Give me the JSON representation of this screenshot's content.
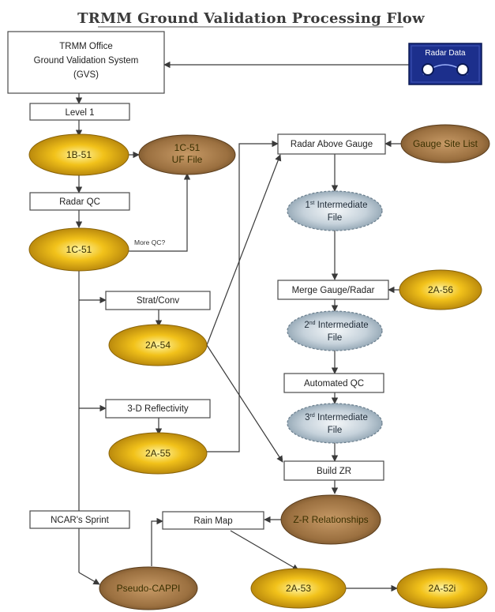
{
  "title": "TRMM Ground Validation Processing Flow",
  "nodes": {
    "gvs": {
      "line1": "TRMM Office",
      "line2": "Ground Validation System",
      "line3": "(GVS)"
    },
    "radar_data": "Radar Data",
    "level1": "Level 1",
    "tb51": "1B-51",
    "uf_file": {
      "line1": "1C-51",
      "line2": "UF File"
    },
    "radar_qc": "Radar QC",
    "more_qc": "More QC?",
    "c51": "1C-51",
    "strat_conv": "Strat/Conv",
    "za54": "2A-54",
    "reflectivity_3d": "3-D Reflectivity",
    "za55": "2A-55",
    "ncar_sprint": "NCAR's Sprint",
    "pseudo_cappi": "Pseudo-CAPPI",
    "rain_map": "Rain Map",
    "za53": "2A-53",
    "za52i": "2A-52i",
    "radar_above_gauge": "Radar Above Gauge",
    "gauge_site_list": "Gauge Site List",
    "intermediate1": {
      "sup": "st",
      "num": "1",
      "line1": "Intermediate",
      "line2": "File"
    },
    "merge_gauge_radar": "Merge Gauge/Radar",
    "za56": "2A-56",
    "intermediate2": {
      "sup": "nd",
      "num": "2",
      "line1": "Intermediate",
      "line2": "File"
    },
    "automated_qc": "Automated QC",
    "intermediate3": {
      "sup": "rd",
      "num": "3",
      "line1": "Intermediate",
      "line2": "File"
    },
    "build_zr": "Build ZR",
    "zr_relationships": "Z-R Relationships"
  },
  "colors": {
    "gold_center": "#fff6a8",
    "gold_mid": "#f2c21a",
    "gold_edge": "#b07f0a",
    "brown_center": "#c79a66",
    "brown_edge": "#6b4a24",
    "gray_center": "#f4f7f9",
    "gray_edge": "#7f95a5",
    "radar_bg": "#1c2f8c"
  }
}
